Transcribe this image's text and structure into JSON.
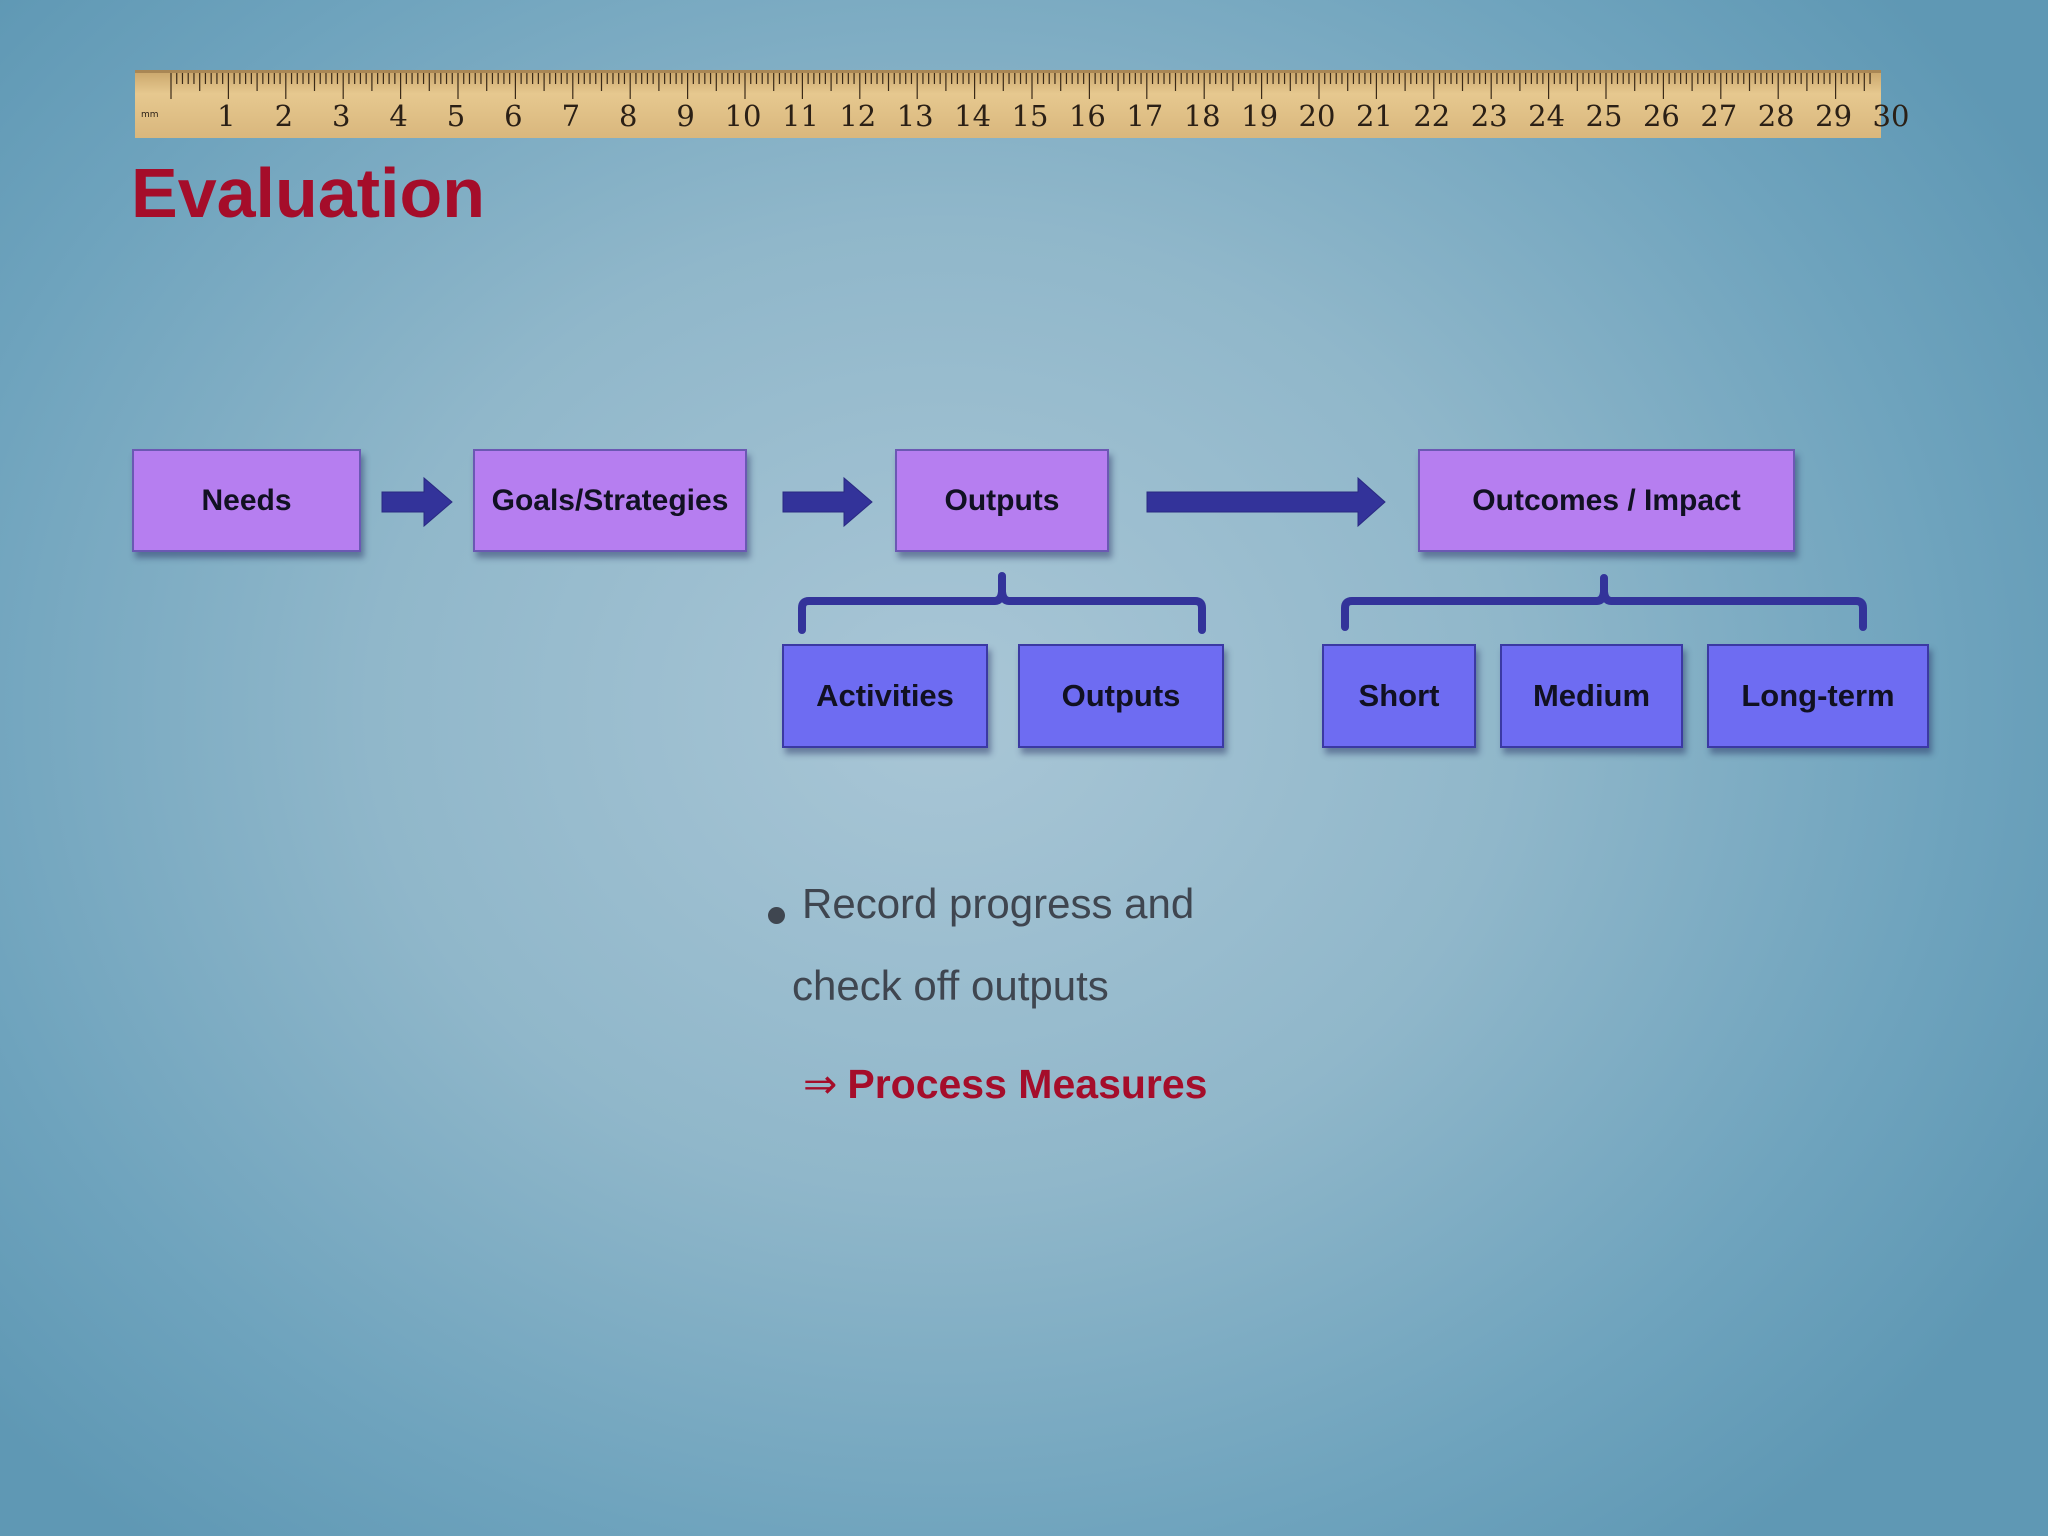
{
  "ruler": {
    "unit": "mm",
    "numbers": [
      "1",
      "2",
      "3",
      "4",
      "5",
      "6",
      "7",
      "8",
      "9",
      "10",
      "11",
      "12",
      "13",
      "14",
      "15",
      "16",
      "17",
      "18",
      "19",
      "20",
      "21",
      "22",
      "23",
      "24",
      "25",
      "26",
      "27",
      "28",
      "29",
      "30"
    ]
  },
  "slide": {
    "title": "Evaluation"
  },
  "flow": {
    "needs": "Needs",
    "goals": "Goals/Strategies",
    "outputs": "Outputs",
    "outcomes": "Outcomes / Impact"
  },
  "outputs_breakdown": {
    "activities": "Activities",
    "outputs": "Outputs"
  },
  "outcomes_breakdown": {
    "short": "Short",
    "medium": "Medium",
    "long_term": "Long-term"
  },
  "bullet": {
    "line1": "Record progress and",
    "line2": "check off outputs"
  },
  "result": {
    "arrow": "⇒",
    "label": "Process Measures"
  },
  "colors": {
    "title": "#a50d2a",
    "top_box": "#b67ef0",
    "sub_box": "#6e6cf2",
    "connector": "#33339a",
    "ruler": "#e2c28b"
  }
}
